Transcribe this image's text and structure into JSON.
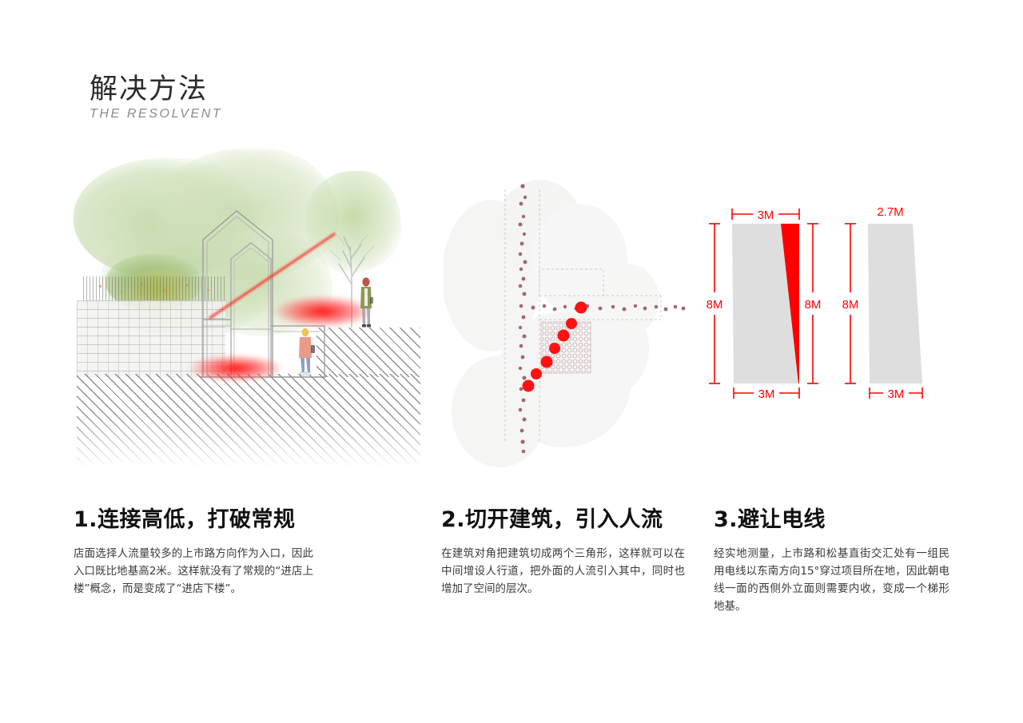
{
  "title": {
    "cn": "解决方法",
    "en": "THE RESOLVENT"
  },
  "sections": [
    {
      "heading": "1.连接高低，打破常规",
      "body": "店面选择人流量较多的上市路方向作为入口，因此入口既比地基高2米。这样就没有了常规的“进店上楼”概念，而是变成了“进店下楼”。"
    },
    {
      "heading": "2.切开建筑，引入人流",
      "body": "在建筑对角把建筑切成两个三角形，这样就可以在中间增设人行道，把外面的人流引入其中，同时也增加了空间的层次。"
    },
    {
      "heading": "3.避让电线",
      "body": "经实地测量，上市路和松基直街交汇处有一组民用电线以东南方向15°穿过项目所在地，因此朝电线一面的西侧外立面则需要内收，变成一个梯形地基。"
    }
  ],
  "diagram": {
    "left_shape": {
      "top_label": "3M",
      "bottom_label": "3M",
      "left_height_label": "8M",
      "right_height_label": "8M"
    },
    "right_shape": {
      "top_label": "2.7M",
      "bottom_label": "3M",
      "left_height_label": "8M"
    }
  },
  "colors": {
    "dimension_red": "#FF0000",
    "cut_wedge_red": "#FF0000",
    "shape_gray": "#DEDEDE",
    "flow_dot_red": "#FF1111",
    "pedestrian_dot": "#8B4048",
    "heading_black": "#111111",
    "body_gray": "#3A3A3A",
    "subtitle_gray": "#8A8A8A"
  }
}
